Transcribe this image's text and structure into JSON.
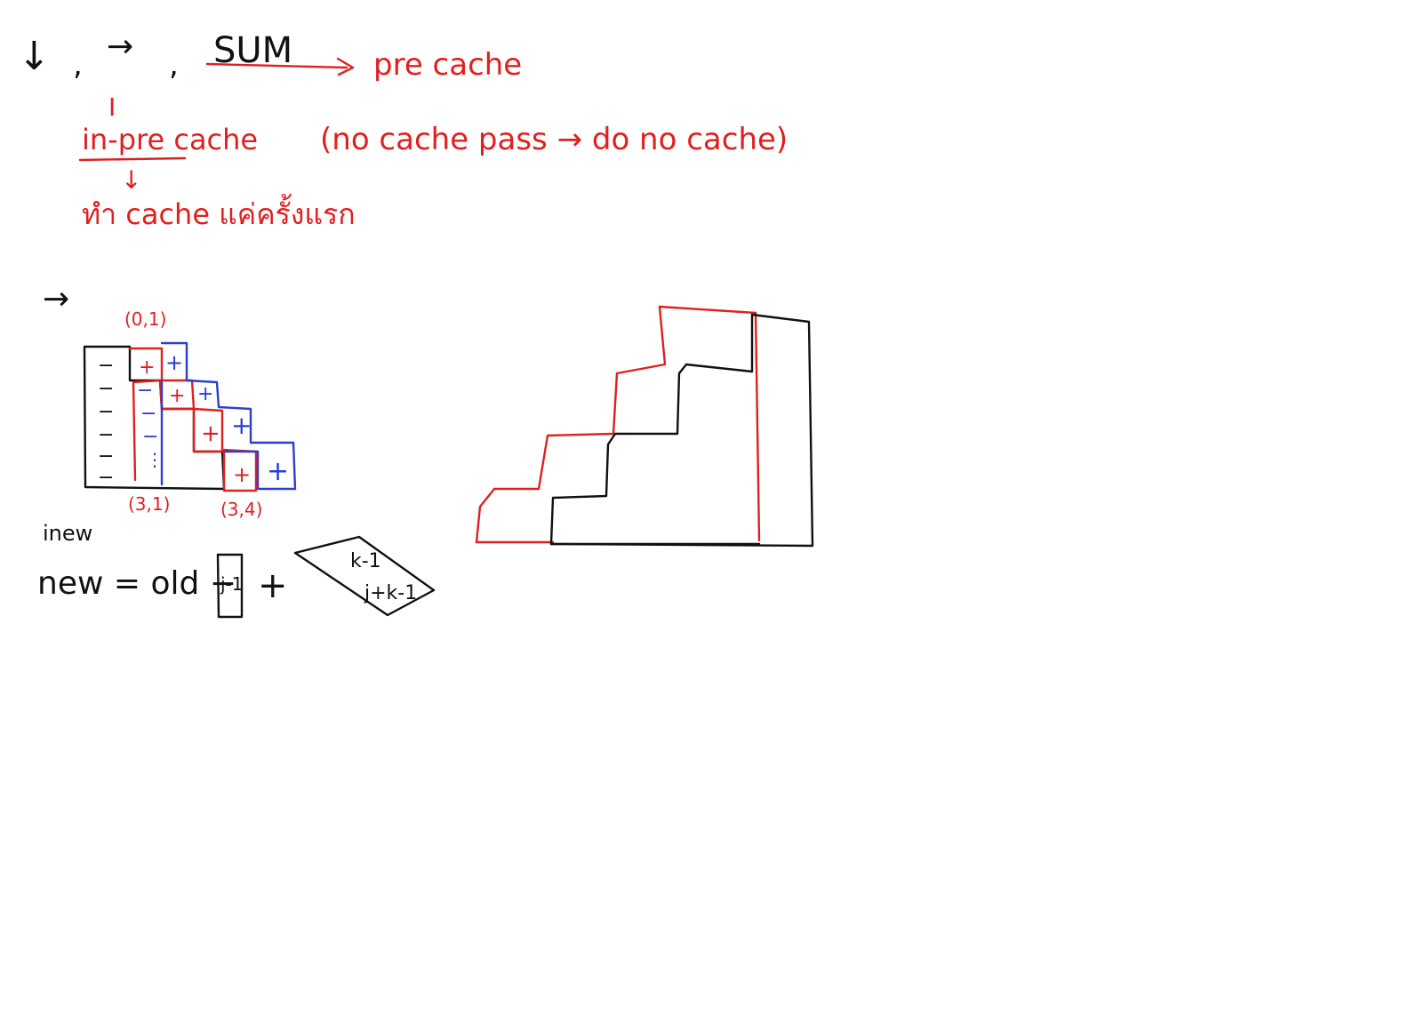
{
  "colors": {
    "background": "#ffffff",
    "ink_black": "#111111",
    "ink_red": "#e02020",
    "ink_blue": "#2a3ed0"
  },
  "header": {
    "arrow_down": "↓",
    "comma_1": ",",
    "arrow_right": "→",
    "comma_2": ",",
    "sum": "SUM",
    "pre_cache": "pre cache",
    "arrow_down_2": "I",
    "in_pre_cache": "in-pre cache",
    "no_cache_pass": "(no cache pass → do no cache)",
    "arrow_down_3": "↓",
    "thai_note": "ทำ cache แค่ครั้งแรก"
  },
  "left_diagram": {
    "arrow_right": "→",
    "label_top": "(0,1)",
    "label_bottom_left": "(3,1)",
    "label_bottom_right": "(3,4)",
    "minus_signs": [
      "−",
      "−",
      "−",
      "−",
      "−",
      "−"
    ],
    "blue_minus_signs": [
      "−",
      "−",
      "−",
      "⋮"
    ],
    "red_plus_signs": [
      "+",
      "+",
      "+",
      "+"
    ],
    "blue_plus_signs": [
      "+",
      "+",
      "+",
      "+"
    ]
  },
  "formula": {
    "inew": "inew",
    "text": "new = old −",
    "box_label": "j-1",
    "plus": "+",
    "diamond_top": "k-1",
    "diamond_bottom": "j+k-1"
  }
}
